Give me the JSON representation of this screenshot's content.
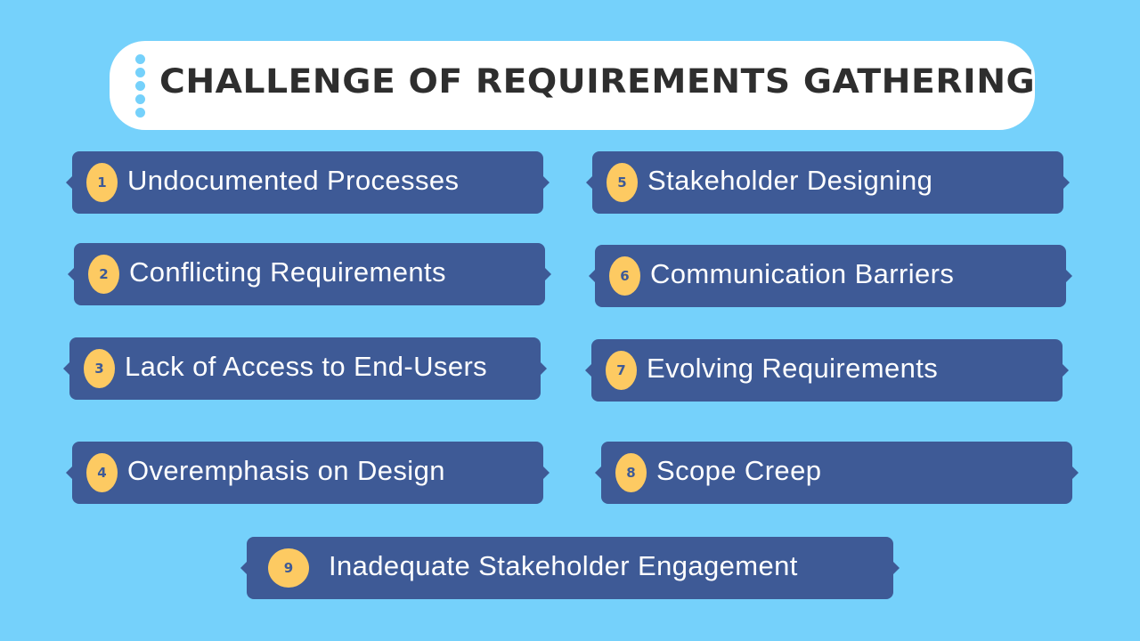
{
  "title": "CHALLENGE OF REQUIREMENTS GATHERING",
  "colors": {
    "background": "#75d1fb",
    "box": "#3e5a96",
    "badge": "#fdca62",
    "title": "#2e2e2e"
  },
  "challenges": [
    {
      "number": "1",
      "label": "Undocumented Processes"
    },
    {
      "number": "2",
      "label": "Conflicting Requirements"
    },
    {
      "number": "3",
      "label": "Lack of Access to End-Users"
    },
    {
      "number": "4",
      "label": "Overemphasis on Design"
    },
    {
      "number": "5",
      "label": "Stakeholder Designing"
    },
    {
      "number": "6",
      "label": "Communication Barriers"
    },
    {
      "number": "7",
      "label": "Evolving Requirements"
    },
    {
      "number": "8",
      "label": "Scope Creep"
    },
    {
      "number": "9",
      "label": "Inadequate Stakeholder Engagement"
    }
  ]
}
